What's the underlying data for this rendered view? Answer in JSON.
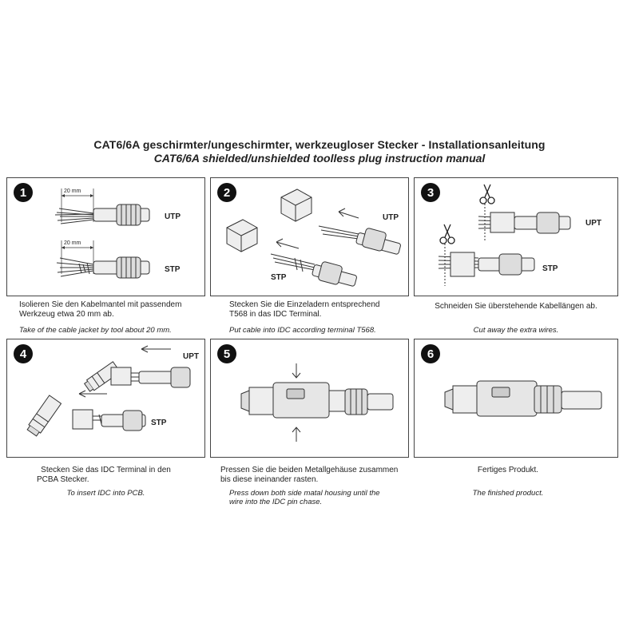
{
  "title": {
    "de": "CAT6/6A geschirmter/ungeschirmter, werkzeugloser Stecker - Installationsanleitung",
    "en": "CAT6/6A shielded/unshielded toolless plug instruction manual"
  },
  "steps": [
    {
      "number": "1",
      "labels": {
        "utp": "UTP",
        "stp": "STP",
        "dim1": "20 mm",
        "dim2": "20 mm"
      },
      "de_line1": "Isolieren Sie den Kabelmantel mit passendem",
      "de_line2": "Werkzeug etwa 20 mm ab.",
      "en": "Take of the cable jacket by tool about 20 mm."
    },
    {
      "number": "2",
      "labels": {
        "utp": "UTP",
        "stp": "STP"
      },
      "de_line1": "Stecken Sie die Einzeladern entsprechend",
      "de_line2": "T568 in das IDC Terminal.",
      "en": "Put cable into IDC according terminal T568."
    },
    {
      "number": "3",
      "labels": {
        "upt": "UPT",
        "stp": "STP"
      },
      "de_line1": "Schneiden Sie überstehende Kabellängen ab.",
      "en": "Cut away the extra wires."
    },
    {
      "number": "4",
      "labels": {
        "upt": "UPT",
        "stp": "STP"
      },
      "de_line1": "Stecken Sie das IDC Terminal in den",
      "de_line2": "PCBA Stecker.",
      "en": "To insert IDC into PCB."
    },
    {
      "number": "5",
      "de_line1": "Pressen Sie die beiden Metallgehäuse zusammen",
      "de_line2": "bis diese ineinander rasten.",
      "en_line1": "Press down both side matal housing until the",
      "en_line2": "wire into the IDC pin chase."
    },
    {
      "number": "6",
      "de_line1": "Fertiges Produkt.",
      "en": "The finished product."
    }
  ]
}
